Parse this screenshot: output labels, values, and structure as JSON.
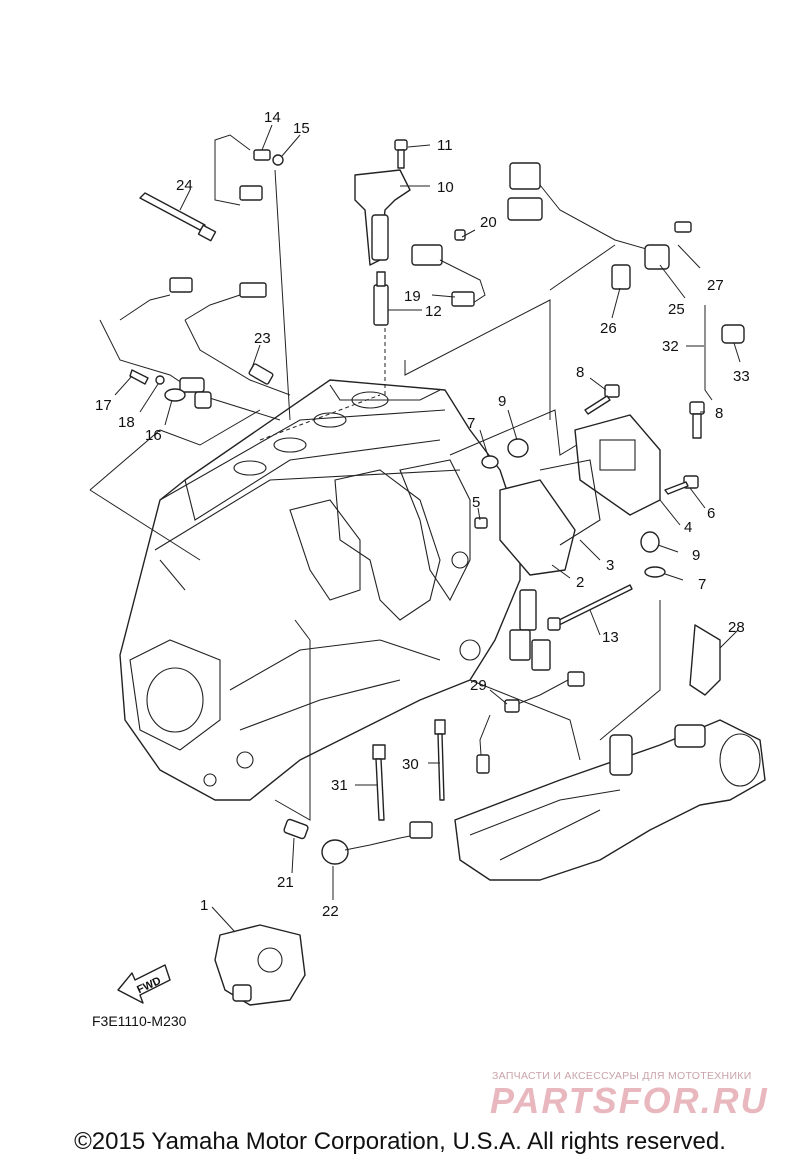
{
  "diagram_code": "F3E1110-M230",
  "fwd_label": "FWD",
  "copyright": "©2015 Yamaha Motor Corporation, U.S.A. All rights reserved.",
  "watermark": {
    "tagline": "ЗАПЧАСТИ И АКСЕССУАРЫ ДЛЯ МОТОТЕХНИКИ",
    "logo_text": "PARTSFOR.RU"
  },
  "callouts": {
    "c1": "1",
    "c2": "2",
    "c3": "3",
    "c4": "4",
    "c5": "5",
    "c6": "6",
    "c7a": "7",
    "c7b": "7",
    "c8a": "8",
    "c8b": "8",
    "c9a": "9",
    "c9b": "9",
    "c10": "10",
    "c11": "11",
    "c12": "12",
    "c13": "13",
    "c14": "14",
    "c15": "15",
    "c16": "16",
    "c17": "17",
    "c18": "18",
    "c19": "19",
    "c20": "20",
    "c21": "21",
    "c22": "22",
    "c23": "23",
    "c24": "24",
    "c25": "25",
    "c26": "26",
    "c27": "27",
    "c28": "28",
    "c29": "29",
    "c30": "30",
    "c31": "31",
    "c32": "32",
    "c33": "33"
  }
}
